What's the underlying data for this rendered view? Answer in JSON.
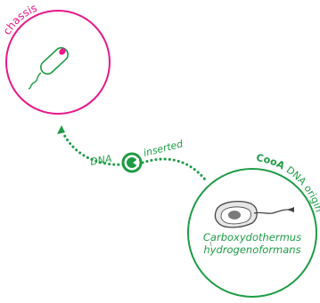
{
  "chassis": {
    "label": "chassis",
    "color": "#e6198a"
  },
  "transfer": {
    "dna_label": "DNA",
    "inserted_label": "inserted",
    "color": "#1e9b45"
  },
  "origin": {
    "gene_label": "CooA",
    "origin_label": "DNA origin",
    "species_line1": "Carboxydothermus",
    "species_line2": "hydrogenoformans",
    "color": "#1e9b45"
  },
  "icons": {
    "chassis_cell": "rod-bacterium-icon",
    "plasmid": "plasmid-ring-icon",
    "origin_cell": "flagellated-bacterium-icon"
  }
}
